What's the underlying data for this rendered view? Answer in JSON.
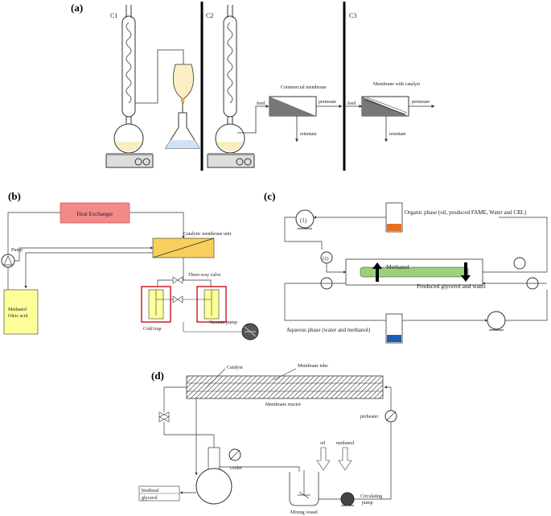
{
  "panel_a": {
    "label": "(a)",
    "section_1": "C1",
    "section_2": "C2",
    "section_3": "C3",
    "membrane_1": "Commercial membrane",
    "membrane_2": "Membrane with catalyst",
    "feed_1": "feed",
    "feed_2": "feed",
    "permeate_1": "permeate",
    "permeate_2": "permeate",
    "retentate_1": "retentate",
    "retentate_2": "retentate"
  },
  "panel_b": {
    "label": "(b)",
    "heat_exchanger": "Heat Exchanger",
    "catalytic_membrane_unit": "Catalytic membrane unit",
    "pump": "Pump",
    "three_way_valve": "Three-way valve",
    "feed_line_1": "Methanol",
    "feed_line_2": "Oleic acid",
    "cold_trap": "Cold trap",
    "vacuum_pump": "Vacuum pump",
    "colors": {
      "heat_exchanger": "#f28a8a",
      "membrane_unit": "#f7cf5a",
      "tank": "#ffff99",
      "trap_frame": "#cc2222"
    }
  },
  "panel_c": {
    "label": "(c)",
    "organic_phase": "Organic phase (oil, produced FAME, Water and CRL)",
    "pump_1": "(1)",
    "pump_2": "(2)",
    "methanol": "Methanol",
    "produced": "Produced glycerol and water",
    "aqueous_phase": "Aqueous phase (water and methanol)",
    "colors": {
      "organic": "#e67020",
      "aqueous": "#1a5fb4",
      "membrane": "#9ad27a"
    }
  },
  "panel_d": {
    "label": "(d)",
    "catalyst": "Catalyst",
    "membrane_tube": "Membrane tube",
    "membrane_reactor": "Membrane reactor",
    "preheater": "preheater",
    "oil": "oil",
    "methanol": "methanol",
    "cooler": "cooler",
    "product_line_1": "biodiesel",
    "product_line_2": "glycerol",
    "mixing_vessel": "Mixing vessel",
    "circulating_pump_1": "Circulating",
    "circulating_pump_2": "pump"
  }
}
